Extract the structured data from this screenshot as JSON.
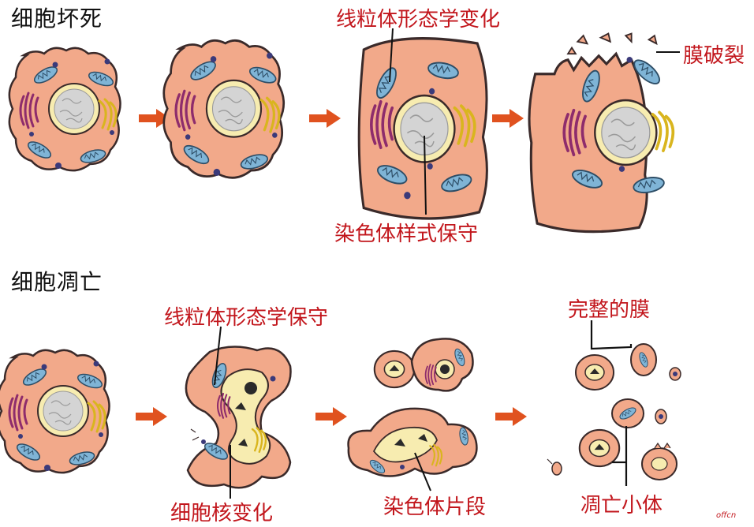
{
  "sections": {
    "necrosis": {
      "title": "细胞坏死"
    },
    "apoptosis": {
      "title": "细胞凋亡"
    }
  },
  "labels": {
    "mito_change": "线粒体形态学变化",
    "chromatin_kept": "染色体样式保守",
    "membrane_rupture": "膜破裂",
    "mito_kept": "线粒体形态学保守",
    "nucleus_change": "细胞核变化",
    "chromatin_fragments": "染色体片段",
    "intact_membrane": "完整的膜",
    "apoptotic_bodies": "凋亡小体"
  },
  "watermark": "offcn",
  "colors": {
    "cytoplasm": "#f2a98a",
    "outline": "#3a2a2a",
    "nucleus": "#f7ecb0",
    "chromatin": "#cfcfcf",
    "mito": "#7fb4d6",
    "golgi": "#f2d641",
    "er": "#8e2c6c",
    "arrow": "#e0521f",
    "label": "#c2161c"
  }
}
